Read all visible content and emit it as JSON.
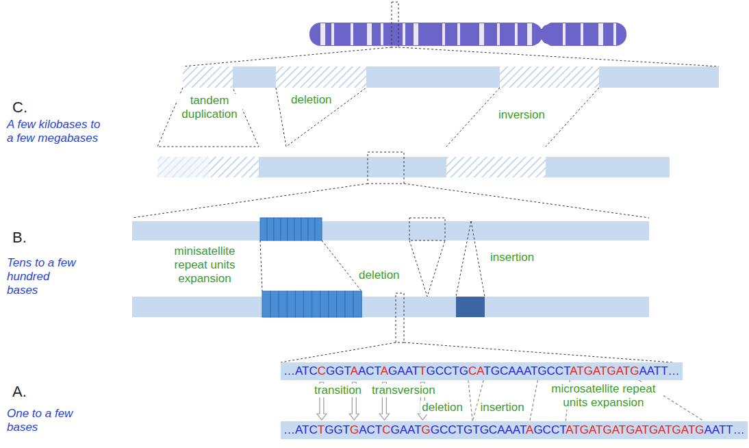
{
  "diagram": {
    "nodes": [
      {
        "text": [
          "…ATCCGGTAACTAGAATTGCCTGCATGCAAATGCCTATGATGATGAATT…"
        ]
      },
      {
        "text": [
          "…ATCTGGTGACTCGAATGGCCTGTGCAAATAGCCTATGATGATGATGATGATGAATT…"
        ]
      }
    ],
    "edges": [
      {
        "from": 0,
        "to": 1,
        "arrow": "to"
      },
      {
        "from": 0,
        "to": 1,
        "arrow": "to"
      },
      {
        "from": 0,
        "to": 1,
        "arrow": "to"
      },
      {
        "from": 0,
        "to": 1,
        "arrow": "to"
      }
    ],
    "labels": [
      "C.",
      "A few kilobases to a few megabases",
      "tandem duplication",
      "deletion",
      "inversion",
      "B.",
      "Tens to a few hundred bases",
      "minisatellite repeat units expansion",
      "deletion",
      "insertion",
      "A.",
      "One to a few bases",
      "transition",
      "transversion",
      "deletion",
      "insertion",
      "microsatellite repeat units expansion"
    ]
  }
}
